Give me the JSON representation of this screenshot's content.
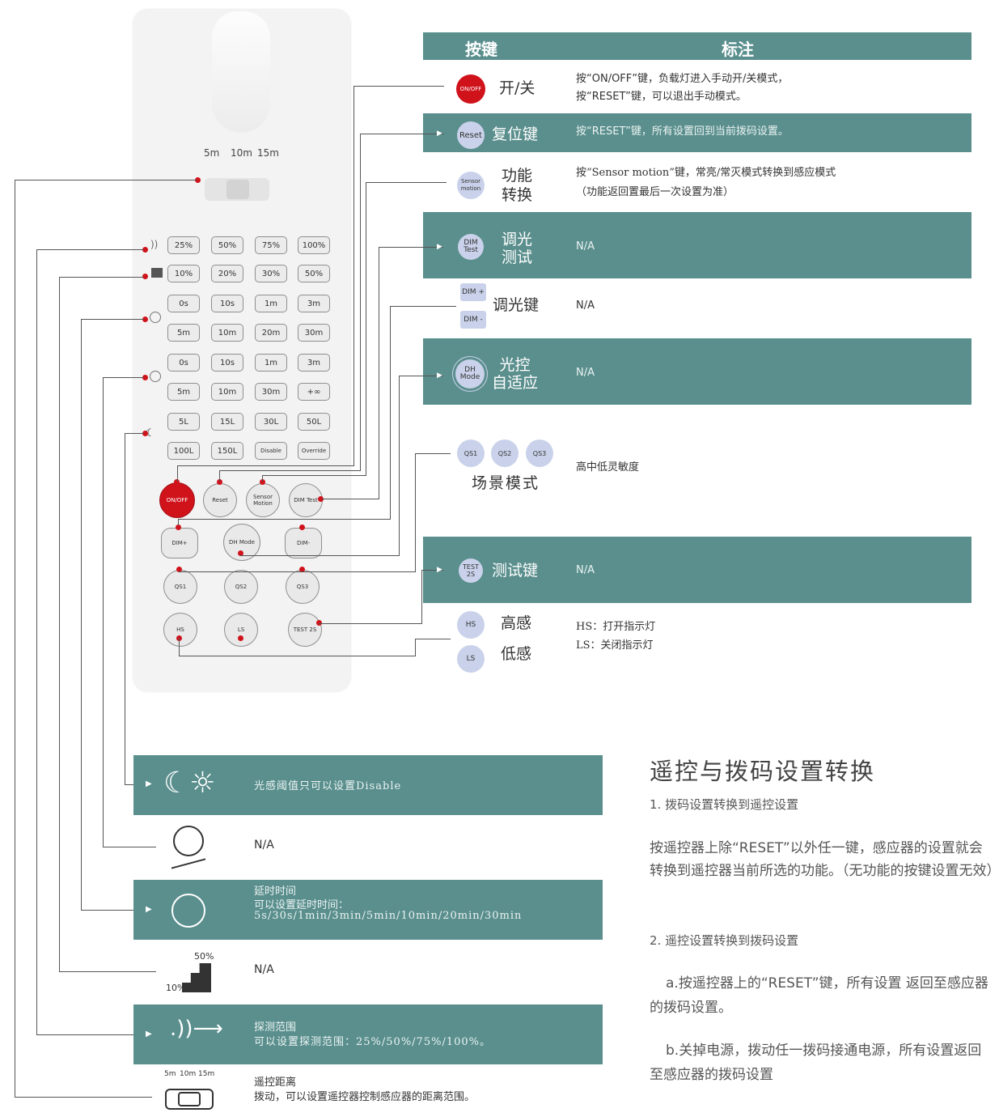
{
  "table": {
    "col_key": "按键",
    "col_note": "标注",
    "rows": [
      {
        "icon": "ON/OFF",
        "label": "开/关",
        "note1": "按“ON/OFF”键，负载灯进入手动开/关模式，",
        "note2": "按“RESET”键，可以退出手动模式。"
      },
      {
        "icon": "Reset",
        "label": "复位键",
        "note": "按“RESET”键，所有设置回到当前拨码设置。"
      },
      {
        "icon1": "Sensor",
        "icon2": "motion",
        "label1": "功能",
        "label2": "转换",
        "note1": "按“Sensor motion”键，常亮/常灭模式转换到感应模式",
        "note2": "（功能返回置最后一次设置为准）"
      },
      {
        "icon1": "DIM",
        "icon2": "Test",
        "label1": "调光",
        "label2": "测试",
        "note": "N/A"
      },
      {
        "icon_a": "DIM +",
        "icon_b": "DIM -",
        "label": "调光键",
        "note": "N/A"
      },
      {
        "icon1": "DH",
        "icon2": "Mode",
        "label1": "光控",
        "label2": "自适应",
        "note": "N/A"
      },
      {
        "qs": [
          "QS1",
          "QS2",
          "QS3"
        ],
        "label": "场景模式",
        "note": "高中低灵敏度"
      },
      {
        "icon1": "TEST",
        "icon2": "2S",
        "label": "测试键",
        "note": "N/A"
      },
      {
        "icon_hs": "HS",
        "label_hs": "高感",
        "icon_ls": "LS",
        "label_ls": "低感",
        "note1": "HS：打开指示灯",
        "note2": "LS：关闭指示灯"
      }
    ]
  },
  "remote": {
    "range_labels": [
      "5m",
      "10m",
      "15m"
    ],
    "row1": [
      "25%",
      "50%",
      "75%",
      "100%"
    ],
    "row2": [
      "10%",
      "20%",
      "30%",
      "50%"
    ],
    "row3": [
      "0s",
      "10s",
      "1m",
      "3m"
    ],
    "row4": [
      "5m",
      "10m",
      "20m",
      "30m"
    ],
    "row5": [
      "0s",
      "10s",
      "1m",
      "3m"
    ],
    "row6": [
      "5m",
      "10m",
      "30m",
      "+∞"
    ],
    "row7": [
      "5L",
      "15L",
      "30L",
      "50L"
    ],
    "row8": [
      "100L",
      "150L",
      "Disable",
      "Override"
    ],
    "btn_onoff": "ON/OFF",
    "btn_reset": "Reset",
    "btn_sensor": "Sensor Motion",
    "btn_dimtest": "DIM Test",
    "btn_dimplus": "DIM+",
    "btn_dhmode": "DH Mode",
    "btn_dimminus": "DIM-",
    "btn_qs": [
      "QS1",
      "QS2",
      "QS3"
    ],
    "btn_hs": "HS",
    "btn_ls": "LS",
    "btn_test": "TEST 2S"
  },
  "bottom": {
    "row1_text": "光感阈值只可以设置Disable",
    "row2_text": "N/A",
    "row3_l1": "延时时间",
    "row3_l2": "可以设置延时时间：",
    "row3_l3": "5s/30s/1min/3min/5min/10min/20min/30min",
    "row4_text": "N/A",
    "row4_top": "50%",
    "row4_bot": "10%",
    "row5_l1": "探测范围",
    "row5_l2": "可以设置探测范围：25%/50%/75%/100%。",
    "row6_l1": "遥控距离",
    "row6_l2": "拨动，可以设置遥控器控制感应器的距离范围。",
    "row6_labels": [
      "5m",
      "10m",
      "15m"
    ]
  },
  "right": {
    "title": "遥控与拨码设置转换",
    "h1": "1. 拨码设置转换到遥控设置",
    "p1": "按遥控器上除“RESET”以外任一键，感应器的设置就会转换到遥控器当前所选的功能。（无功能的按键设置无效）",
    "h2": "2. 遥控设置转换到拨码设置",
    "pa": "a.按遥控器上的“RESET”键，所有设置  返回至感应器的拨码设置。",
    "pb": "b.关掉电源，拨动任一拨码接通电源，所有设置返回至感应器的拨码设置"
  },
  "colors": {
    "teal": "#5a8f8d",
    "red": "#d0121b",
    "circle": "#c9d2ea"
  }
}
